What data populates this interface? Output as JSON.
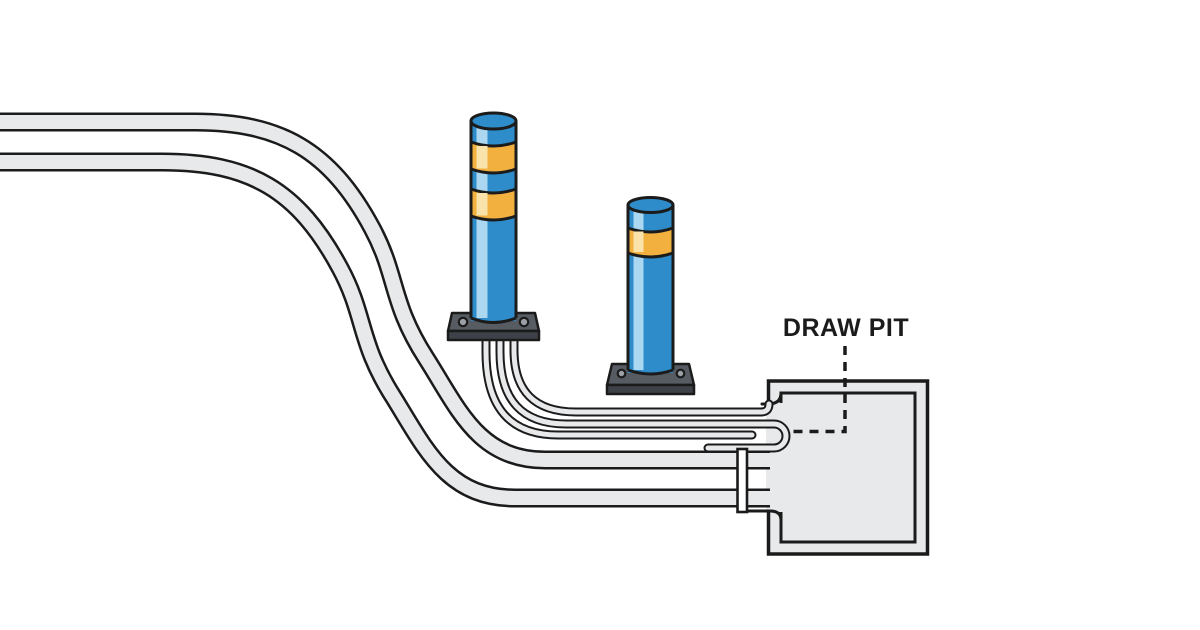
{
  "diagram": {
    "label": {
      "draw_pit": "DRAW PIT"
    },
    "colors": {
      "background": "#ffffff",
      "outline": "#1b1b1b",
      "duct_grey": "#e7e9ea",
      "pit_grey": "#e7e9ea",
      "bollard_blue": "#2e8ccb",
      "bollard_highlight": "#abd7f1",
      "band_orange": "#f2b13f",
      "band_highlight": "#f9e3ab",
      "base_plate_top": "#575c63",
      "base_plate_front": "#3e4248",
      "bolt_grey": "#9aa0a6",
      "flange_white": "#ffffff",
      "label_color": "#1b1b1b"
    },
    "counts": {
      "bollards": 2,
      "ducts": 2,
      "cables": 3,
      "tall_bollard_bands": 2,
      "short_bollard_bands": 1
    }
  }
}
